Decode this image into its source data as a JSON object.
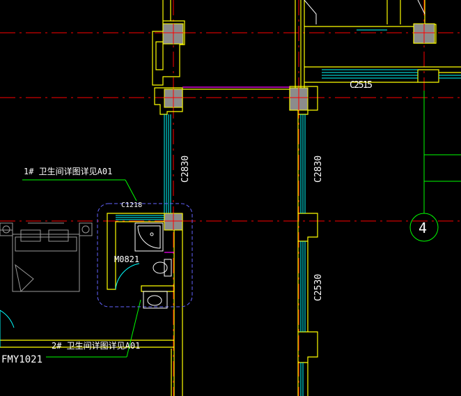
{
  "viewport": {
    "background": "#000000"
  },
  "colors": {
    "axis_line": "#ff0000",
    "wall": "#ffff00",
    "window": "#00ffff",
    "magenta": "#ff00ff",
    "green": "#00ff00",
    "column_fill": "#8c8c8c",
    "dashed_boundary": "#6464ff",
    "white": "#ffffff"
  },
  "annotations": {
    "window_c2515": "C2515",
    "window_c2830_left": "C2830",
    "window_c2830_right": "C2830",
    "window_c2530": "C2530",
    "window_c1218": "C1218",
    "door_m0821": "M0821",
    "door_fmy1021": "FMY1021",
    "bathroom_note_1": "1# 卫生间详图详见A01",
    "bathroom_note_2": "2# 卫生间详图详见A01",
    "axis_bubble_4": "4"
  }
}
